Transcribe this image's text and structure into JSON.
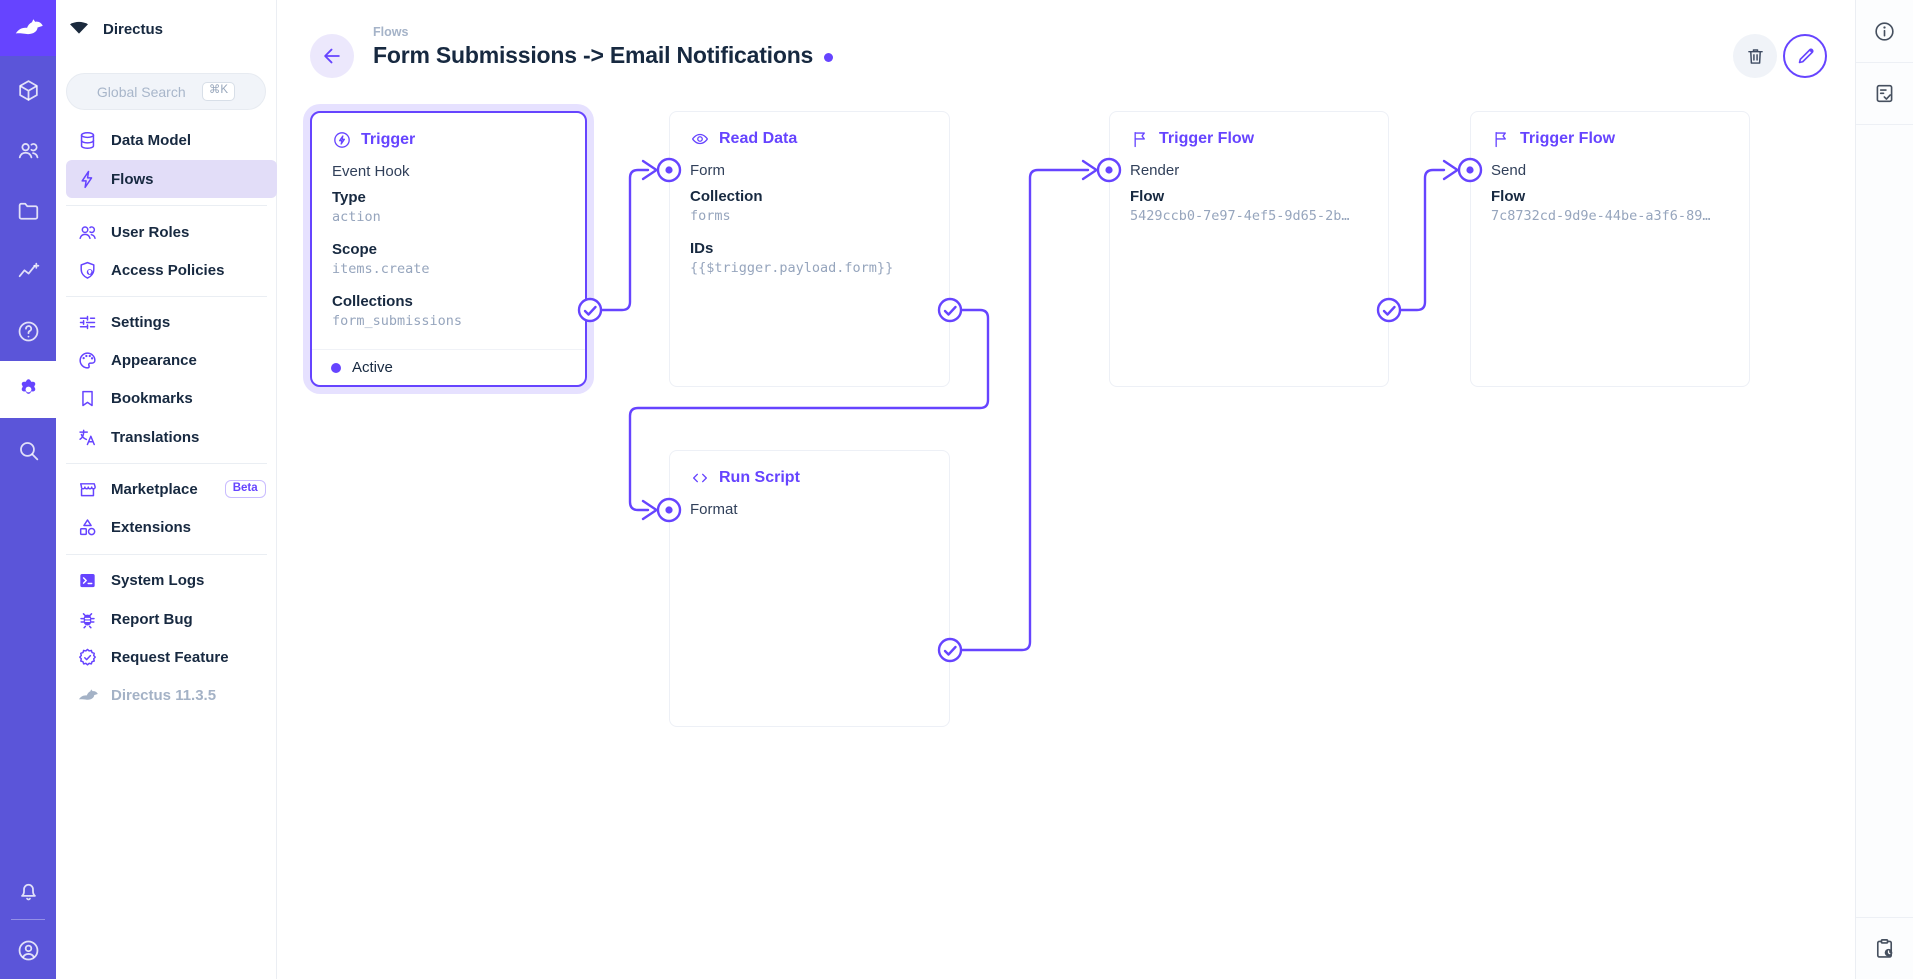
{
  "colors": {
    "accent": "#6644FF",
    "module_bar": "#5B55D9",
    "status_active": "#6644FF"
  },
  "sidebar": {
    "project_name": "Directus",
    "search": {
      "placeholder": "Global Search",
      "shortcut": "⌘K"
    },
    "nav": {
      "data_model": "Data Model",
      "flows": "Flows",
      "user_roles": "User Roles",
      "access_policies": "Access Policies",
      "settings": "Settings",
      "appearance": "Appearance",
      "bookmarks": "Bookmarks",
      "translations": "Translations",
      "marketplace": "Marketplace",
      "marketplace_badge": "Beta",
      "extensions": "Extensions",
      "system_logs": "System Logs",
      "report_bug": "Report Bug",
      "request_feature": "Request Feature",
      "version": "Directus 11.3.5"
    }
  },
  "header": {
    "breadcrumb": "Flows",
    "title": "Form Submissions -> Email Notifications"
  },
  "flow": {
    "trigger": {
      "type_label": "Trigger",
      "name": "Event Hook",
      "fields": [
        {
          "label": "Type",
          "value": "action"
        },
        {
          "label": "Scope",
          "value": "items.create"
        },
        {
          "label": "Collections",
          "value": "form_submissions"
        }
      ],
      "status": "Active"
    },
    "read_data": {
      "type_label": "Read Data",
      "name": "Form",
      "fields": [
        {
          "label": "Collection",
          "value": "forms"
        },
        {
          "label": "IDs",
          "value": "{{$trigger.payload.form}}"
        }
      ]
    },
    "trigger_flow_render": {
      "type_label": "Trigger Flow",
      "name": "Render",
      "fields": [
        {
          "label": "Flow",
          "value": "5429ccb0-7e97-4ef5-9d65-2b…"
        }
      ]
    },
    "trigger_flow_send": {
      "type_label": "Trigger Flow",
      "name": "Send",
      "fields": [
        {
          "label": "Flow",
          "value": "7c8732cd-9d9e-44be-a3f6-89…"
        }
      ]
    },
    "run_script": {
      "type_label": "Run Script",
      "name": "Format"
    }
  }
}
